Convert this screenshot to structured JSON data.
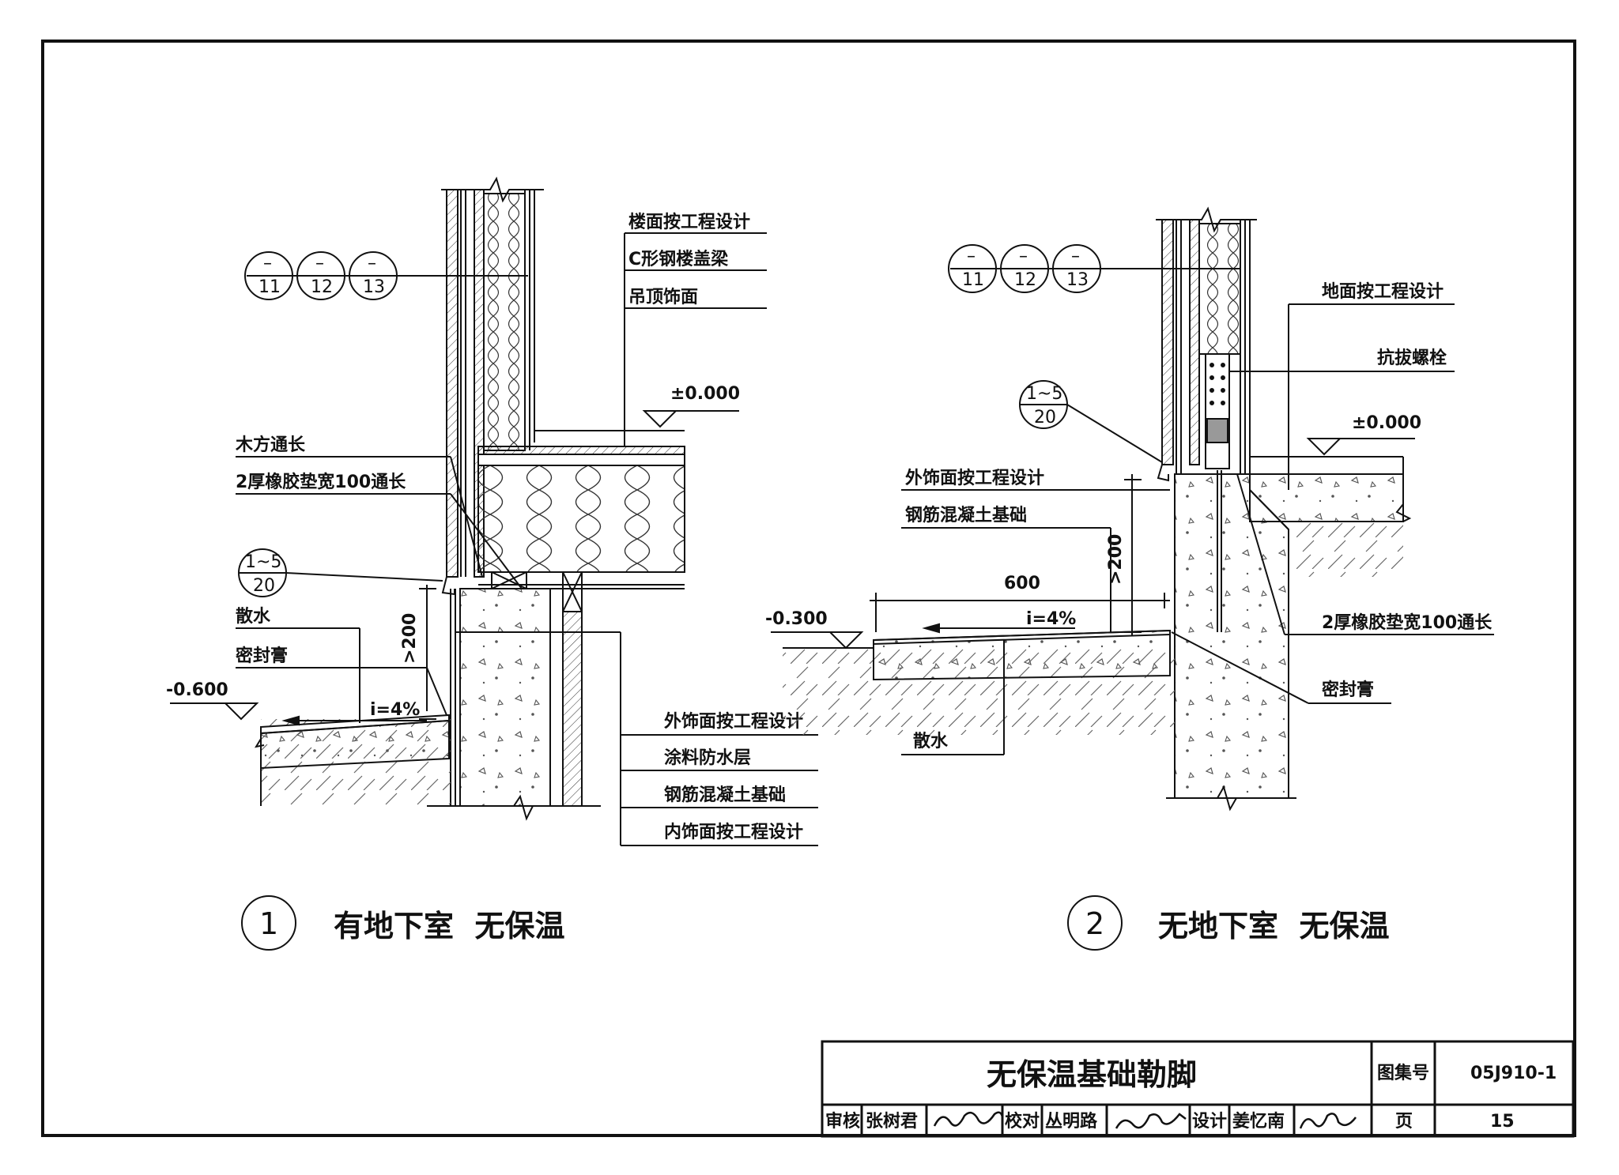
{
  "detail1": {
    "bubble_refs": [
      "11",
      "12",
      "13"
    ],
    "bubble_dash": "–",
    "index_ref": {
      "top": "1~5",
      "bottom": "20"
    },
    "labels": {
      "floor": "楼面按工程设计",
      "beam": "C形钢楼盖梁",
      "ceiling": "吊顶饰面",
      "timber": "木方通长",
      "rubber": "2厚橡胶垫宽100通长",
      "apron": "散水",
      "sealant": "密封膏",
      "ext_finish": "外饰面按工程设计",
      "waterproof": "涂料防水层",
      "foundation": "钢筋混凝土基础",
      "int_finish": "内饰面按工程设计"
    },
    "elevation_top": "±0.000",
    "elevation_ground": "-0.600",
    "dim_height": ">200",
    "slope": "i=4%",
    "caption_num": "1",
    "caption": "有地下室  无保温"
  },
  "detail2": {
    "bubble_refs": [
      "11",
      "12",
      "13"
    ],
    "bubble_dash": "–",
    "index_ref": {
      "top": "1~5",
      "bottom": "20"
    },
    "labels": {
      "ground": "地面按工程设计",
      "anchor": "抗拔螺栓",
      "ext_finish": "外饰面按工程设计",
      "foundation": "钢筋混凝土基础",
      "rubber": "2厚橡胶垫宽100通长",
      "sealant": "密封膏",
      "apron": "散水"
    },
    "elevation_top": "±0.000",
    "elevation_ground": "-0.300",
    "dim_height": ">200",
    "dim_width": "600",
    "slope": "i=4%",
    "caption_num": "2",
    "caption": "无地下室  无保温"
  },
  "title_block": {
    "title": "无保温基础勒脚",
    "atlas_label": "图集号",
    "atlas_no": "05J910-1",
    "review_label": "审核",
    "reviewer": "张树君",
    "check_label": "校对",
    "checker": "丛明路",
    "design_label": "设计",
    "designer": "姜忆南",
    "page_label": "页",
    "page_no": "15"
  }
}
